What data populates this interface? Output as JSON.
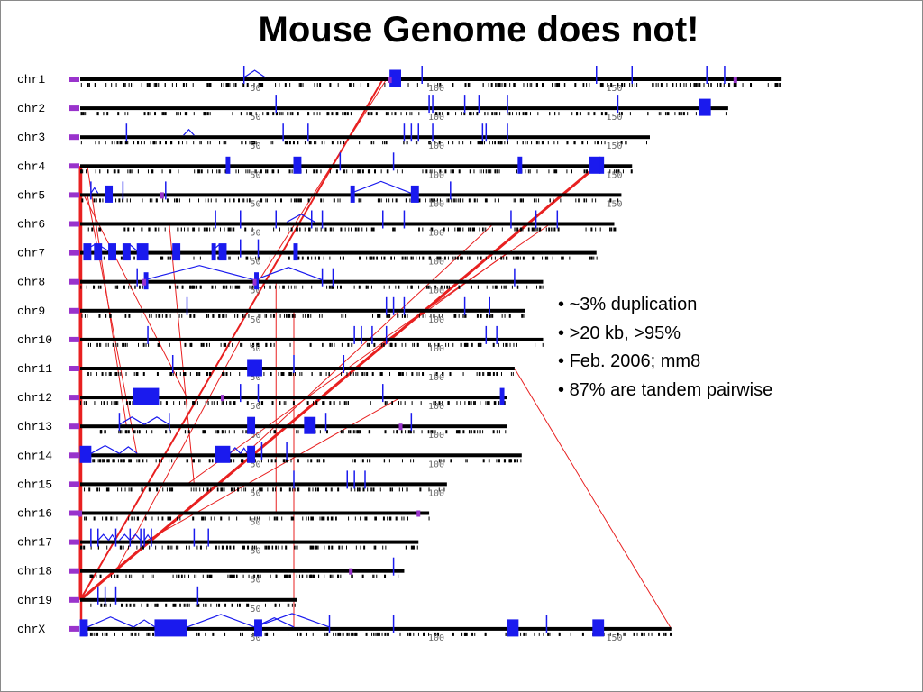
{
  "title": "Mouse Genome does not!",
  "bullets": [
    "~3% duplication",
    ">20 kb, >95%",
    "Feb. 2006; mm8",
    "87% are tandem pairwise"
  ],
  "colors": {
    "chromosome": "#000000",
    "centromere": "#9933cc",
    "duplication": "#1a1aee",
    "link": "#e82020"
  },
  "chart_data": {
    "type": "genome-ideogram",
    "unit": "Mb",
    "chromosomes": [
      {
        "name": "chr1",
        "length": 197,
        "blocks": [
          [
            46,
            47,
            "line"
          ],
          [
            87,
            89,
            "box"
          ],
          [
            89,
            90,
            "box"
          ],
          [
            96,
            97,
            "line"
          ],
          [
            145,
            146,
            "line"
          ],
          [
            155,
            156,
            "line"
          ],
          [
            176,
            177,
            "line"
          ],
          [
            181,
            182,
            "line"
          ]
        ],
        "arcs": [
          [
            46,
            52
          ],
          [
            87,
            89
          ]
        ],
        "centromere_marks": [
          87,
          184
        ]
      },
      {
        "name": "chr2",
        "length": 182,
        "blocks": [
          [
            55,
            56,
            "line"
          ],
          [
            98,
            99,
            "line"
          ],
          [
            99,
            100,
            "line"
          ],
          [
            108,
            109,
            "line"
          ],
          [
            112,
            113,
            "line"
          ],
          [
            120,
            121,
            "line"
          ],
          [
            151,
            152,
            "line"
          ],
          [
            174,
            177,
            "box"
          ]
        ],
        "arcs": [],
        "centromere_marks": []
      },
      {
        "name": "chr3",
        "length": 160,
        "blocks": [
          [
            13,
            14,
            "line"
          ],
          [
            57,
            58,
            "line"
          ],
          [
            64,
            65,
            "line"
          ],
          [
            91,
            92,
            "line"
          ],
          [
            93,
            94,
            "line"
          ],
          [
            95,
            96,
            "line"
          ],
          [
            99,
            100,
            "line"
          ],
          [
            113,
            114,
            "line"
          ],
          [
            114,
            115,
            "line"
          ],
          [
            120,
            121,
            "line"
          ]
        ],
        "arcs": [
          [
            29,
            32
          ]
        ],
        "centromere_marks": []
      },
      {
        "name": "chr4",
        "length": 155,
        "blocks": [
          [
            41,
            42,
            "box"
          ],
          [
            60,
            62,
            "box"
          ],
          [
            73,
            74,
            "line"
          ],
          [
            88,
            89,
            "line"
          ],
          [
            123,
            124,
            "box"
          ],
          [
            143,
            146,
            "box"
          ],
          [
            146,
            147,
            "box"
          ]
        ],
        "arcs": [],
        "centromere_marks": []
      },
      {
        "name": "chr5",
        "length": 152,
        "blocks": [
          [
            3,
            4,
            "line"
          ],
          [
            7,
            9,
            "box"
          ],
          [
            12,
            13,
            "line"
          ],
          [
            24,
            25,
            "line"
          ],
          [
            76,
            77,
            "box"
          ],
          [
            93,
            95,
            "box"
          ],
          [
            104,
            105,
            "line"
          ]
        ],
        "arcs": [
          [
            3,
            5
          ],
          [
            76,
            93
          ]
        ],
        "centromere_marks": [
          23
        ]
      },
      {
        "name": "chr6",
        "length": 150,
        "blocks": [
          [
            38,
            39,
            "line"
          ],
          [
            45,
            47,
            "line"
          ],
          [
            55,
            56,
            "line"
          ],
          [
            65,
            66,
            "line"
          ],
          [
            68,
            70,
            "line"
          ],
          [
            85,
            86,
            "line"
          ],
          [
            91,
            92,
            "line"
          ],
          [
            121,
            122,
            "line"
          ],
          [
            128,
            130,
            "line"
          ],
          [
            134,
            135,
            "line"
          ]
        ],
        "arcs": [
          [
            58,
            66
          ]
        ],
        "centromere_marks": []
      },
      {
        "name": "chr7",
        "length": 145,
        "blocks": [
          [
            1,
            3,
            "box"
          ],
          [
            4,
            6,
            "box"
          ],
          [
            8,
            10,
            "box"
          ],
          [
            12,
            14,
            "box"
          ],
          [
            16,
            19,
            "box"
          ],
          [
            26,
            28,
            "box"
          ],
          [
            37,
            38,
            "box"
          ],
          [
            39,
            41,
            "box"
          ],
          [
            45,
            46,
            "line"
          ],
          [
            50,
            51,
            "line"
          ],
          [
            60,
            61,
            "box"
          ]
        ],
        "arcs": [
          [
            1,
            8
          ],
          [
            12,
            16
          ],
          [
            37,
            41
          ]
        ],
        "centromere_marks": []
      },
      {
        "name": "chr8",
        "length": 130,
        "blocks": [
          [
            16,
            17,
            "line"
          ],
          [
            18,
            19,
            "box"
          ],
          [
            49,
            50,
            "box"
          ],
          [
            68,
            69,
            "line"
          ],
          [
            71,
            72,
            "line"
          ],
          [
            122,
            123,
            "line"
          ]
        ],
        "arcs": [
          [
            18,
            49
          ],
          [
            49,
            68
          ]
        ],
        "centromere_marks": [
          18,
          49
        ]
      },
      {
        "name": "chr9",
        "length": 125,
        "blocks": [
          [
            30,
            31,
            "line"
          ],
          [
            86,
            87,
            "line"
          ],
          [
            88,
            89,
            "line"
          ],
          [
            91,
            92,
            "line"
          ],
          [
            108,
            109,
            "line"
          ],
          [
            115,
            116,
            "line"
          ]
        ],
        "arcs": [],
        "centromere_marks": []
      },
      {
        "name": "chr10",
        "length": 130,
        "blocks": [
          [
            19,
            20,
            "line"
          ],
          [
            77,
            78,
            "line"
          ],
          [
            79,
            80,
            "line"
          ],
          [
            82,
            83,
            "line"
          ],
          [
            86,
            87,
            "line"
          ],
          [
            114,
            115,
            "line"
          ],
          [
            117,
            118,
            "line"
          ]
        ],
        "arcs": [],
        "centromere_marks": []
      },
      {
        "name": "chr11",
        "length": 122,
        "blocks": [
          [
            26,
            27,
            "line"
          ],
          [
            47,
            49,
            "box"
          ],
          [
            49,
            51,
            "box"
          ],
          [
            60,
            61,
            "line"
          ],
          [
            74,
            75,
            "line"
          ]
        ],
        "arcs": [
          [
            47,
            51
          ]
        ],
        "centromere_marks": []
      },
      {
        "name": "chr12",
        "length": 120,
        "blocks": [
          [
            15,
            22,
            "box"
          ],
          [
            45,
            46,
            "line"
          ],
          [
            50,
            51,
            "line"
          ],
          [
            85,
            86,
            "line"
          ],
          [
            118,
            119,
            "box"
          ]
        ],
        "arcs": [],
        "centromere_marks": [
          40
        ]
      },
      {
        "name": "chr13",
        "length": 120,
        "blocks": [
          [
            11,
            12,
            "line"
          ],
          [
            25,
            26,
            "line"
          ],
          [
            47,
            49,
            "box"
          ],
          [
            63,
            66,
            "box"
          ],
          [
            69,
            70,
            "line"
          ],
          [
            93,
            94,
            "line"
          ]
        ],
        "arcs": [
          [
            11,
            18
          ],
          [
            18,
            25
          ],
          [
            63,
            66
          ]
        ],
        "centromere_marks": [
          90
        ]
      },
      {
        "name": "chr14",
        "length": 124,
        "blocks": [
          [
            0,
            3,
            "box"
          ],
          [
            38,
            42,
            "box"
          ],
          [
            47,
            49,
            "box"
          ],
          [
            51,
            52,
            "line"
          ],
          [
            58,
            59,
            "line"
          ]
        ],
        "arcs": [
          [
            3,
            11
          ],
          [
            11,
            16
          ],
          [
            42,
            45
          ],
          [
            45,
            47
          ]
        ],
        "centromere_marks": []
      },
      {
        "name": "chr15",
        "length": 103,
        "blocks": [
          [
            60,
            61,
            "line"
          ],
          [
            75,
            76,
            "line"
          ],
          [
            77,
            78,
            "line"
          ],
          [
            80,
            81,
            "line"
          ]
        ],
        "arcs": [],
        "centromere_marks": []
      },
      {
        "name": "chr16",
        "length": 98,
        "blocks": [],
        "arcs": [],
        "centromere_marks": [
          0,
          95
        ]
      },
      {
        "name": "chr17",
        "length": 95,
        "blocks": [
          [
            3,
            4,
            "line"
          ],
          [
            5,
            6,
            "line"
          ],
          [
            10,
            11,
            "line"
          ],
          [
            14,
            15,
            "line"
          ],
          [
            17,
            18,
            "line"
          ],
          [
            18,
            19,
            "line"
          ],
          [
            20,
            21,
            "line"
          ],
          [
            32,
            33,
            "line"
          ],
          [
            36,
            37,
            "line"
          ]
        ],
        "arcs": [
          [
            5,
            8
          ],
          [
            8,
            10
          ],
          [
            11,
            14
          ],
          [
            14,
            17
          ],
          [
            18,
            20
          ]
        ],
        "centromere_marks": []
      },
      {
        "name": "chr18",
        "length": 91,
        "blocks": [
          [
            88,
            89,
            "line"
          ]
        ],
        "arcs": [],
        "centromere_marks": [
          76
        ]
      },
      {
        "name": "chr19",
        "length": 61,
        "blocks": [
          [
            5,
            6,
            "line"
          ],
          [
            7,
            8,
            "line"
          ],
          [
            10,
            11,
            "line"
          ],
          [
            33,
            34,
            "line"
          ]
        ],
        "arcs": [],
        "centromere_marks": []
      },
      {
        "name": "chrX",
        "length": 166,
        "blocks": [
          [
            0,
            2,
            "box"
          ],
          [
            21,
            30,
            "box"
          ],
          [
            49,
            51,
            "box"
          ],
          [
            70,
            71,
            "line"
          ],
          [
            88,
            89,
            "line"
          ],
          [
            120,
            123,
            "box"
          ],
          [
            131,
            132,
            "line"
          ],
          [
            144,
            147,
            "box"
          ]
        ],
        "arcs": [
          [
            2,
            15
          ],
          [
            15,
            21
          ],
          [
            30,
            49
          ],
          [
            49,
            70
          ],
          [
            49,
            60
          ]
        ],
        "centromere_marks": []
      }
    ],
    "tick_values": [
      50,
      100,
      150
    ],
    "links": [
      {
        "from": [
          "chr1",
          86
        ],
        "to": [
          "chr8",
          50
        ],
        "weight": 1
      },
      {
        "from": [
          "chr1",
          85
        ],
        "to": [
          "chr19",
          0
        ],
        "weight": 2
      },
      {
        "from": [
          "chr4",
          145
        ],
        "to": [
          "chr19",
          0
        ],
        "weight": 3
      },
      {
        "from": [
          "chr4",
          0
        ],
        "to": [
          "chr19",
          0
        ],
        "weight": 3
      },
      {
        "from": [
          "chr11",
          122
        ],
        "to": [
          "chrX",
          166
        ],
        "weight": 1
      },
      {
        "from": [
          "chr6",
          116
        ],
        "to": [
          "chr14",
          46
        ],
        "weight": 1
      },
      {
        "from": [
          "chr6",
          132
        ],
        "to": [
          "chr10",
          85
        ],
        "weight": 1
      },
      {
        "from": [
          "chr7",
          120
        ],
        "to": [
          "chr15",
          30
        ],
        "weight": 1
      },
      {
        "from": [
          "chr5",
          2
        ],
        "to": [
          "chr14",
          16
        ],
        "weight": 1
      },
      {
        "from": [
          "chr5",
          1
        ],
        "to": [
          "chr12",
          30
        ],
        "weight": 1
      },
      {
        "from": [
          "chr6",
          25
        ],
        "to": [
          "chr15",
          32
        ],
        "weight": 1
      },
      {
        "from": [
          "chr7",
          30
        ],
        "to": [
          "chr14",
          30
        ],
        "weight": 1
      },
      {
        "from": [
          "chr8",
          55
        ],
        "to": [
          "chr16",
          55
        ],
        "weight": 1
      },
      {
        "from": [
          "chr9",
          60
        ],
        "to": [
          "chrX",
          60
        ],
        "weight": 1
      },
      {
        "from": [
          "chr4",
          2
        ],
        "to": [
          "chr13",
          13
        ],
        "weight": 1
      },
      {
        "from": [
          "chr10",
          45
        ],
        "to": [
          "chr18",
          10
        ],
        "weight": 1
      },
      {
        "from": [
          "chr12",
          90
        ],
        "to": [
          "chr17",
          18
        ],
        "weight": 1
      }
    ]
  }
}
